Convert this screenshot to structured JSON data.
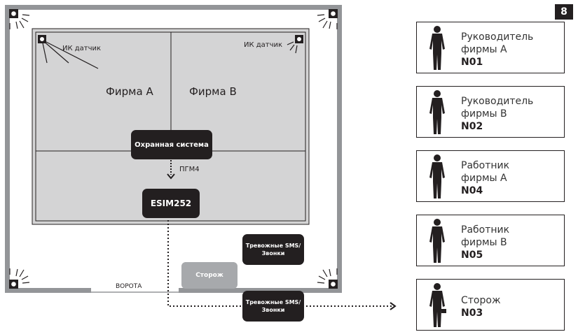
{
  "page_number": "8",
  "building": {
    "sensor_label_left": "ИК датчик",
    "sensor_label_right": "ИК датчик",
    "firm_a": "Фирма А",
    "firm_b": "Фирма В",
    "security_system": "Охранная система",
    "link_label": "ПГМ4",
    "module": "ESIM252",
    "gate": "ВОРОТА",
    "guard": "Сторож",
    "alarm_inside": "Тревожные SMS/Звонки",
    "alarm_outside": "Тревожные SMS/Звонки"
  },
  "recipients": [
    {
      "role_line1": "Руководитель",
      "role_line2": "фирмы А",
      "code": "N01"
    },
    {
      "role_line1": "Руководитель",
      "role_line2": "фирмы В",
      "code": "N02"
    },
    {
      "role_line1": "Работник",
      "role_line2": "фирмы А",
      "code": "N04"
    },
    {
      "role_line1": "Работник",
      "role_line2": "фирмы В",
      "code": "N05"
    },
    {
      "role_line1": "Сторож",
      "role_line2": "",
      "code": "N03"
    }
  ],
  "colors": {
    "wall": "#939598",
    "room": "#d4d4d5",
    "dark": "#231f20",
    "guard_box": "#a7a9ac"
  }
}
